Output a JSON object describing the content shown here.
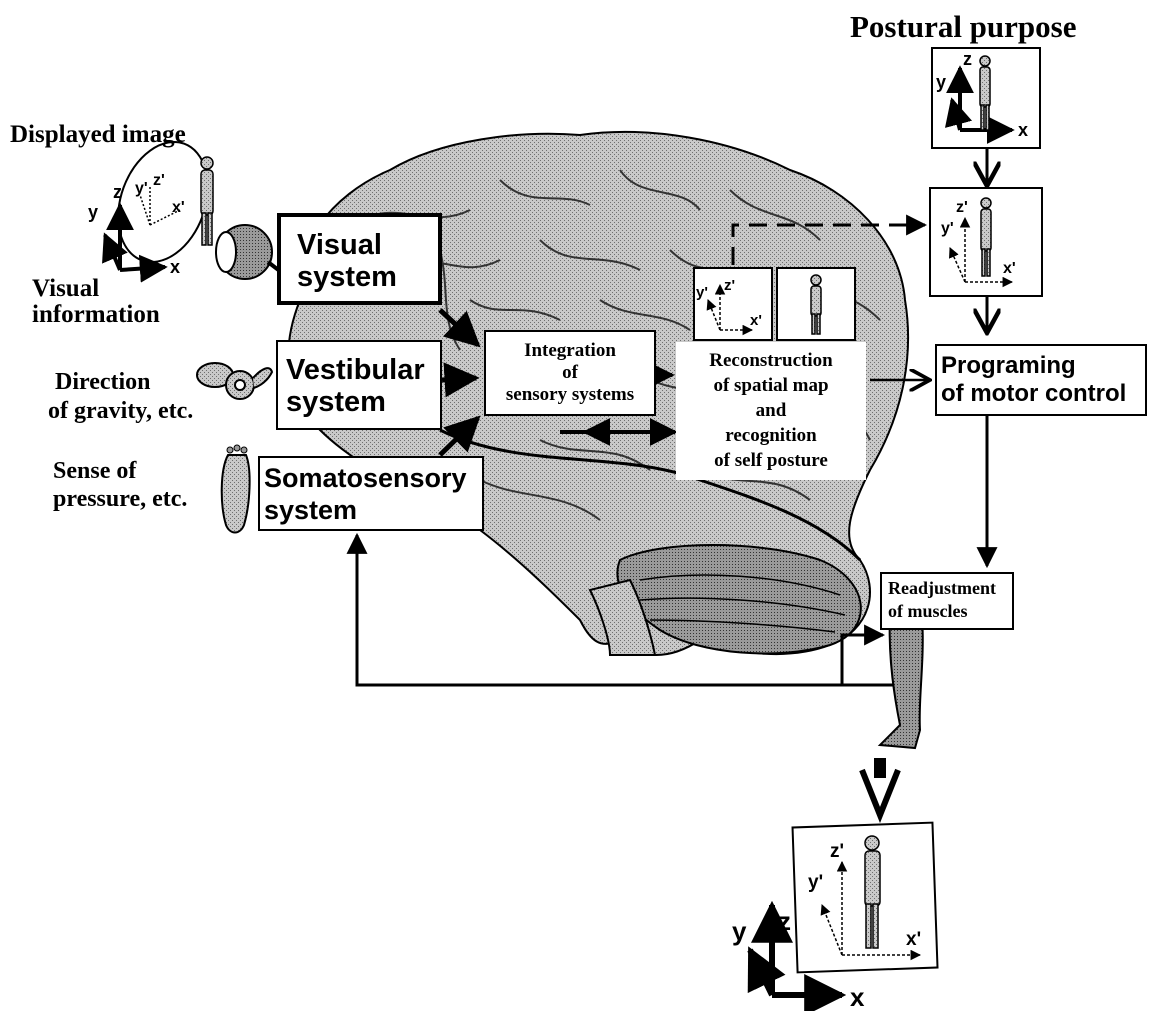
{
  "labels": {
    "postural_purpose": "Postural purpose",
    "displayed_image": "Displayed image",
    "visual_information": "Visual\ninformation",
    "direction_of_gravity": "Direction\nof gravity, etc.",
    "sense_of_pressure": "Sense of\npressure, etc."
  },
  "boxes": {
    "visual_system": "Visual\nsystem",
    "vestibular_system": "Vestibular\nsystem",
    "somatosensory_system": "Somatosensory\nsystem",
    "integration": "Integration\nof\nsensory systems",
    "reconstruction": "Reconstruction\nof spatial map\nand\nrecognition\nof self posture",
    "programing": "Programing\nof motor control",
    "readjustment": "Readjustment\nof muscles"
  },
  "axes": {
    "x": "x",
    "y": "y",
    "z": "z",
    "x_prime": "x'",
    "y_prime": "y'",
    "z_prime": "z'"
  },
  "colors": {
    "brain": "#b8b8b8",
    "ink": "#000000",
    "paper": "#ffffff"
  }
}
